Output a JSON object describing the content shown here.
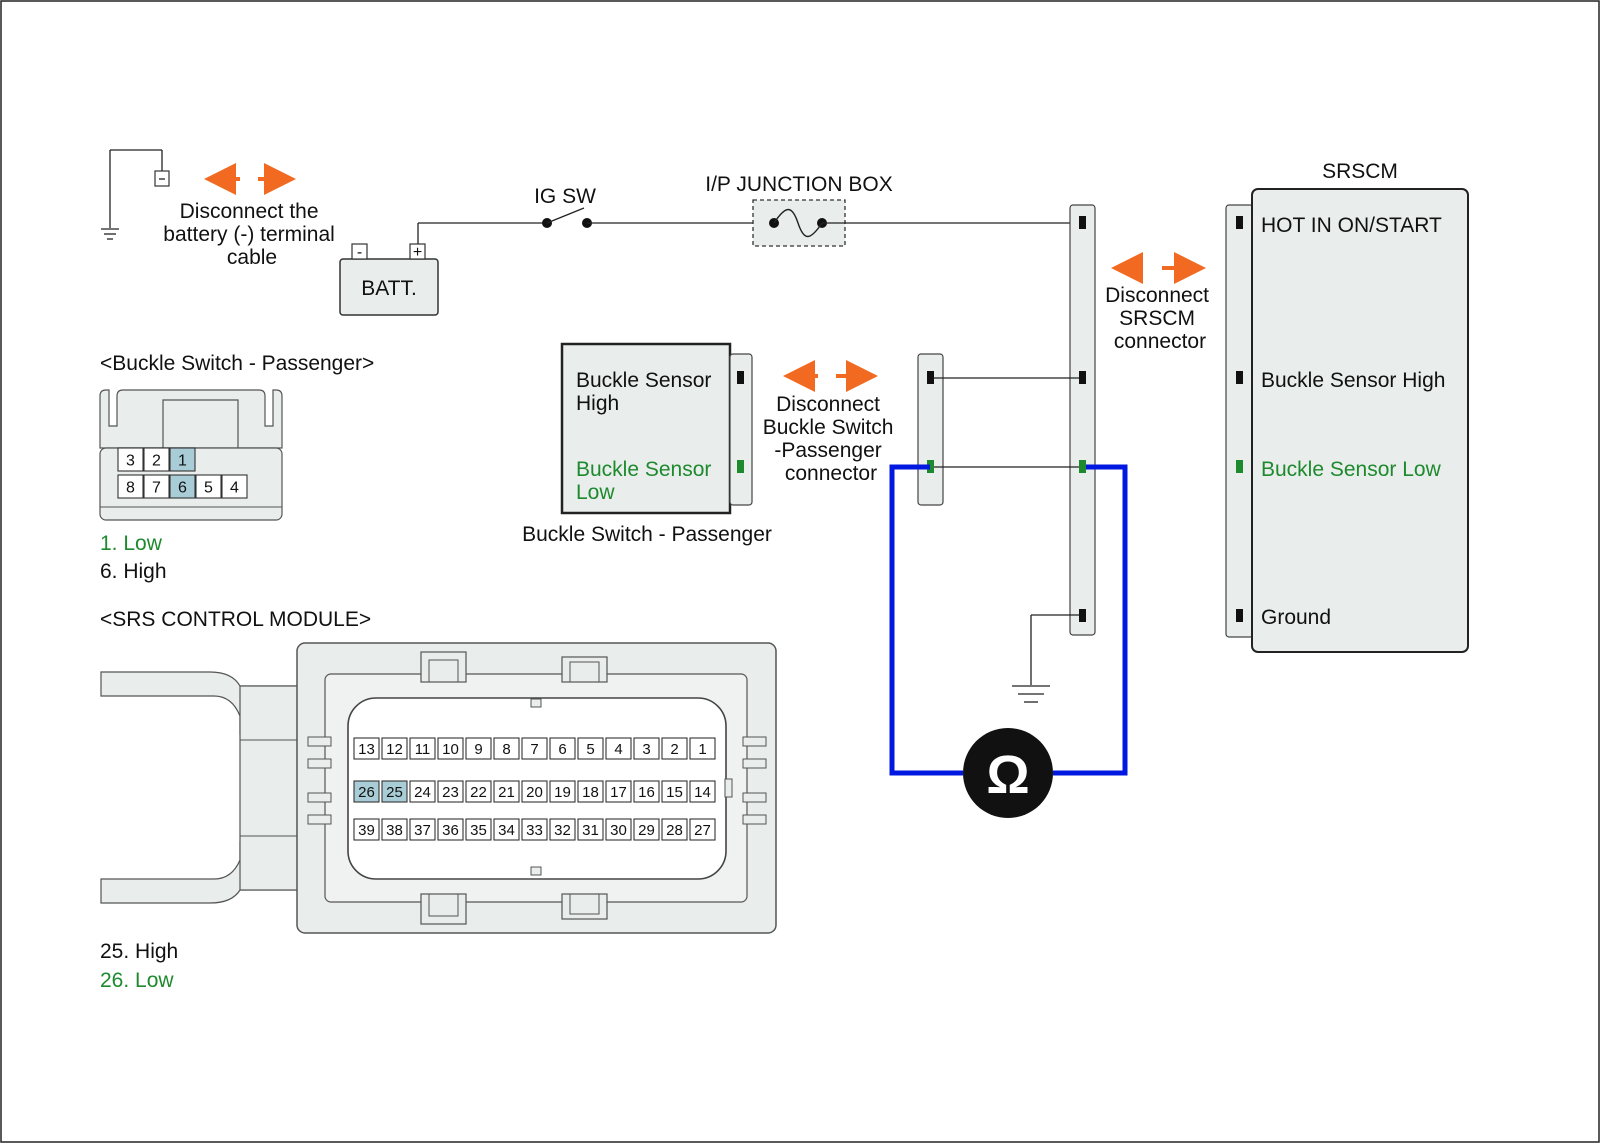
{
  "colors": {
    "arrow": "#f26a21",
    "meter_wire": "#0018e0",
    "low_text": "#1e8a2e",
    "highlight_pin": "#a9cdd6"
  },
  "battery": {
    "label": "BATT.",
    "minus": "-",
    "plus": "+",
    "disconnect_lines": [
      "Disconnect the",
      "battery (-) terminal",
      "cable"
    ]
  },
  "ig_switch": {
    "label": "IG SW"
  },
  "junction_box": {
    "label": "I/P JUNCTION BOX"
  },
  "srscm": {
    "title": "SRSCM",
    "pins": [
      "HOT IN ON/START",
      "Buckle Sensor High",
      "Buckle Sensor Low",
      "Ground"
    ],
    "disconnect_lines": [
      "Disconnect",
      "SRSCM",
      "connector"
    ]
  },
  "buckle_switch": {
    "caption": "Buckle Switch - Passenger",
    "pin_high": [
      "Buckle Sensor",
      "High"
    ],
    "pin_low": [
      "Buckle Sensor",
      "Low"
    ],
    "disconnect_lines": [
      "Disconnect",
      "Buckle Switch",
      "-Passenger",
      "connector"
    ]
  },
  "meter": {
    "symbol": "Ω"
  },
  "buckle_connector": {
    "title": "<Buckle Switch - Passenger>",
    "row1": [
      "3",
      "2",
      "1"
    ],
    "row2": [
      "8",
      "7",
      "6",
      "5",
      "4"
    ],
    "highlighted": [
      "1",
      "6"
    ],
    "legend": [
      "1. Low",
      "6. High"
    ]
  },
  "srs_module_connector": {
    "title": "<SRS CONTROL MODULE>",
    "row1": [
      "13",
      "12",
      "11",
      "10",
      "9",
      "8",
      "7",
      "6",
      "5",
      "4",
      "3",
      "2",
      "1"
    ],
    "row2": [
      "26",
      "25",
      "24",
      "23",
      "22",
      "21",
      "20",
      "19",
      "18",
      "17",
      "16",
      "15",
      "14"
    ],
    "row3": [
      "39",
      "38",
      "37",
      "36",
      "35",
      "34",
      "33",
      "32",
      "31",
      "30",
      "29",
      "28",
      "27"
    ],
    "highlighted": [
      "26",
      "25"
    ],
    "legend": [
      "25. High",
      "26. Low"
    ]
  }
}
